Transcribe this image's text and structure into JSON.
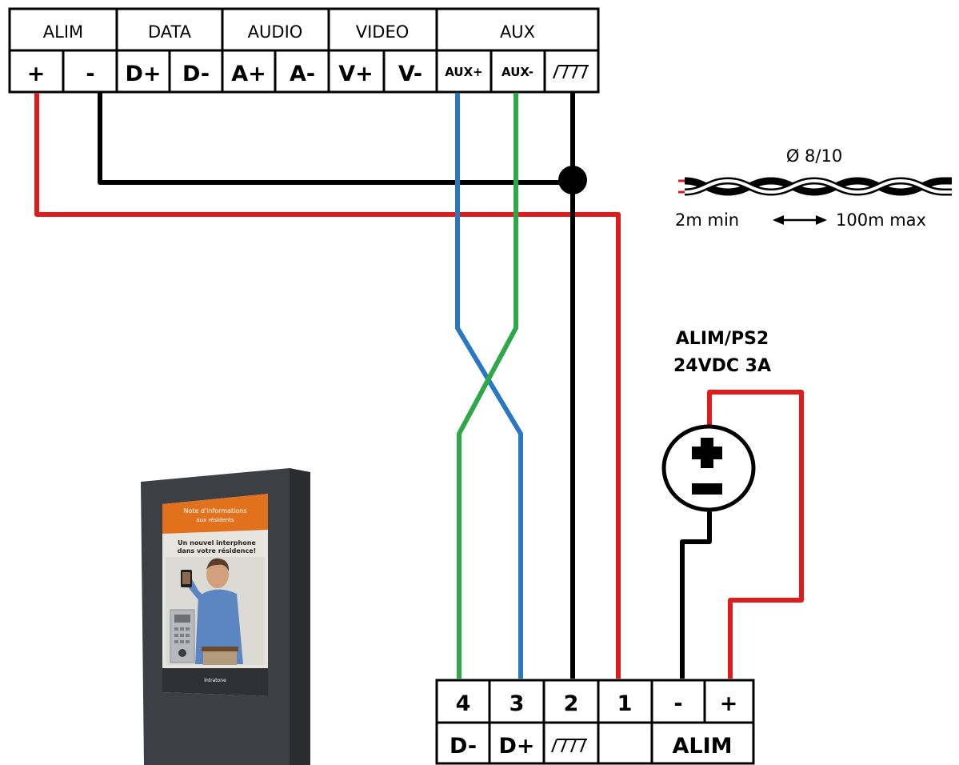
{
  "top_block": {
    "groups": [
      "ALIM",
      "DATA",
      "AUDIO",
      "VIDEO",
      "AUX"
    ],
    "terminals": [
      "+",
      "-",
      "D+",
      "D-",
      "A+",
      "A-",
      "V+",
      "V-",
      "AUX+",
      "AUX-"
    ],
    "ground_icon": "ground-icon"
  },
  "cable": {
    "diameter": "Ø 8/10",
    "min_length": "2m min",
    "max_length": "100m max"
  },
  "psu": {
    "name": "ALIM/PS2",
    "rating": "24VDC 3A",
    "plus_symbol": "+",
    "minus_symbol": "−"
  },
  "bottom_block": {
    "numbers": [
      "4",
      "3",
      "2",
      "1",
      "-",
      "+"
    ],
    "labels": [
      "D-",
      "D+",
      "",
      "ALIM"
    ],
    "ground_icon": "ground-icon"
  },
  "display": {
    "banner_title": "Note d'informations",
    "banner_subtitle": "aux résidents",
    "headline_line1": "Un nouvel interphone",
    "headline_line2": "dans votre résidence!",
    "brand": "Intratone"
  },
  "colors": {
    "red": "#e01b1b",
    "black": "#000000",
    "blue": "#2a78c4",
    "green": "#2fa84a",
    "banner": "#e2711d",
    "housing": "#3c3f44"
  }
}
